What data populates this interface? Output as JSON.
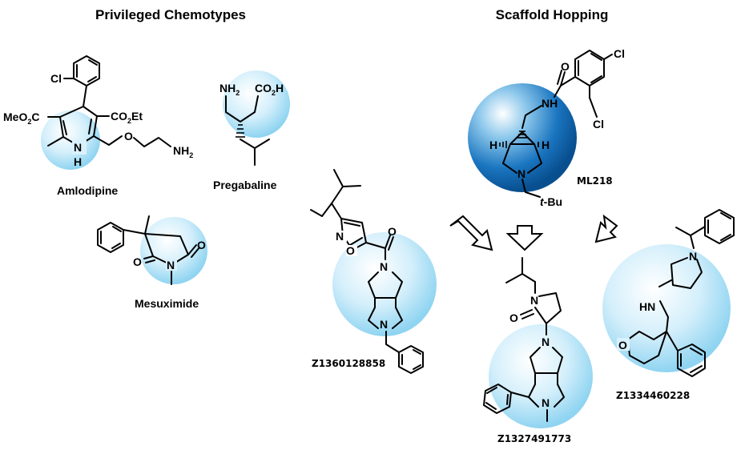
{
  "titles": {
    "left": "Privileged Chemotypes",
    "right": "Scaffold Hopping"
  },
  "compounds": {
    "amlodipine": "Amlodipine",
    "pregabaline": "Pregabaline",
    "mesuximide": "Mesuximide",
    "ml218": "ML218",
    "z1": "Z1360128858",
    "z2": "Z1327491773",
    "z3": "Z1334460228"
  },
  "atoms": {
    "cl": "Cl",
    "meo2c": "MeO",
    "co2et": "CO",
    "et": "Et",
    "nh_n": "N",
    "nh_h": "H",
    "o": "O",
    "nh2": "NH",
    "co2h": "CO",
    "h": "H",
    "n": "N",
    "nh": "NH",
    "tbu_t": "t",
    "tbu_bu": "-Bu",
    "hn": "HN",
    "sub2": "2"
  },
  "colors": {
    "highlight_light": "#d9f1fc",
    "highlight_mid": "#8fd4f1",
    "highlight_dark": "#0f6ab8",
    "highlight_deep": "#084f8f"
  },
  "icons": [
    "down-arrow-icon",
    "down-left-arrow-icon",
    "down-right-arrow-icon"
  ]
}
